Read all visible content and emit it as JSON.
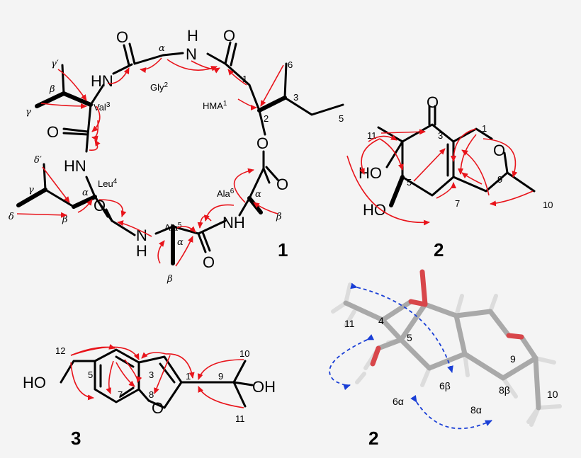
{
  "colors": {
    "hmbc_arrow": "#e8141b",
    "noe_arrow": "#1a3fd6",
    "background": "#f4f4f4",
    "bond": "#000000",
    "tube": "#a9a9a9"
  },
  "compound1": {
    "number": "1",
    "atoms": {
      "o_top_left": "O",
      "nh_top": "H",
      "n_top": "N",
      "o_top_right": "O",
      "hn_val": "HN",
      "o_val": "O",
      "hn_leu": "HN",
      "o_leu": "O",
      "n_ala5": "N",
      "h_ala5": "H",
      "o_ala5": "O",
      "nh_ala6": "NH",
      "o_ester_ring": "O",
      "o_ester_carbonyl": "O"
    },
    "residues": {
      "gly": "Gly",
      "gly_sup": "2",
      "val": "Val",
      "val_sup": "3",
      "leu": "Leu",
      "leu_sup": "4",
      "ala5": "Ala",
      "ala5_sup": "5",
      "ala6": "Ala",
      "ala6_sup": "6",
      "hma": "HMA",
      "hma_sup": "1"
    },
    "positions": {
      "c1": "1",
      "c2": "2",
      "c3": "3",
      "c5": "5",
      "c6": "6"
    },
    "greek": {
      "gly_alpha": "α",
      "val_beta": "β",
      "val_gamma": "γ",
      "val_gamma_prime": "γ′",
      "leu_alpha": "α",
      "leu_beta": "β",
      "leu_gamma": "γ",
      "leu_delta": "δ",
      "leu_delta_prime": "δ′",
      "ala5_alpha": "α",
      "ala5_beta": "β",
      "ala6_alpha": "α",
      "ala6_beta": "β"
    }
  },
  "compound2_2d": {
    "number": "2",
    "atoms": {
      "o_ketone": "O",
      "o_ring": "O",
      "ho_c4": "HO",
      "ho_c5": "HO"
    },
    "positions": {
      "c1": "1",
      "c3": "3",
      "c5": "5",
      "c7": "7",
      "c9": "9",
      "c10": "10",
      "c11": "11"
    }
  },
  "compound3": {
    "number": "3",
    "atoms": {
      "ho_left": "HO",
      "oh_right": "OH",
      "o_furan": "O"
    },
    "positions": {
      "c1": "1",
      "c3": "3",
      "c5": "5",
      "c7": "7",
      "c8": "8",
      "c9": "9",
      "c10": "10",
      "c11": "11",
      "c12": "12"
    }
  },
  "compound2_3d": {
    "number": "2",
    "labels": {
      "c4": "4",
      "c5": "5",
      "c9": "9",
      "c10": "10",
      "c11": "11",
      "h6a": "6α",
      "h6b": "6β",
      "h8a": "8α",
      "h8b": "8β"
    }
  }
}
